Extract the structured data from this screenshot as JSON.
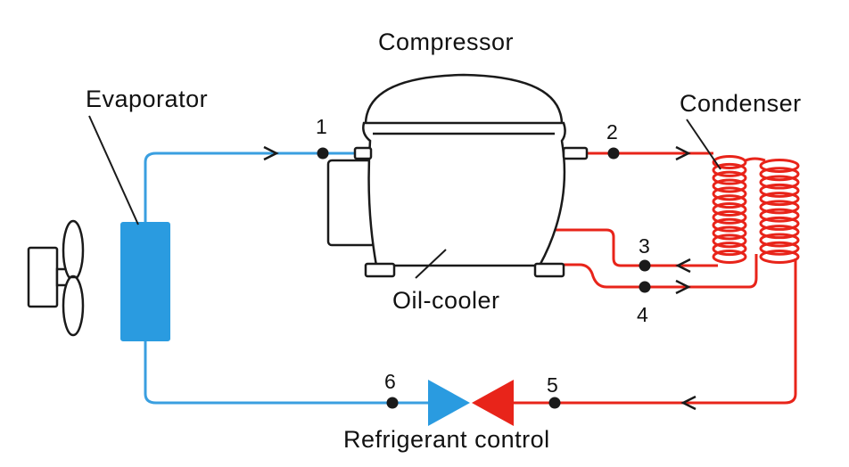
{
  "labels": {
    "compressor": "Compressor",
    "evaporator": "Evaporator",
    "condenser": "Condenser",
    "oil_cooler": "Oil-cooler",
    "refrigerant_control": "Refrigerant control"
  },
  "points": [
    "1",
    "2",
    "3",
    "4",
    "5",
    "6"
  ],
  "colors": {
    "low_pressure_line": "#3a9fe0",
    "high_pressure_line": "#e8241a",
    "evaporator_fill": "#2a9be0",
    "valve_blue": "#2a9be0",
    "valve_red": "#e8241a",
    "outline": "#1a1a1a"
  },
  "icons": [
    "fan-icon",
    "flow-arrow-icon"
  ]
}
